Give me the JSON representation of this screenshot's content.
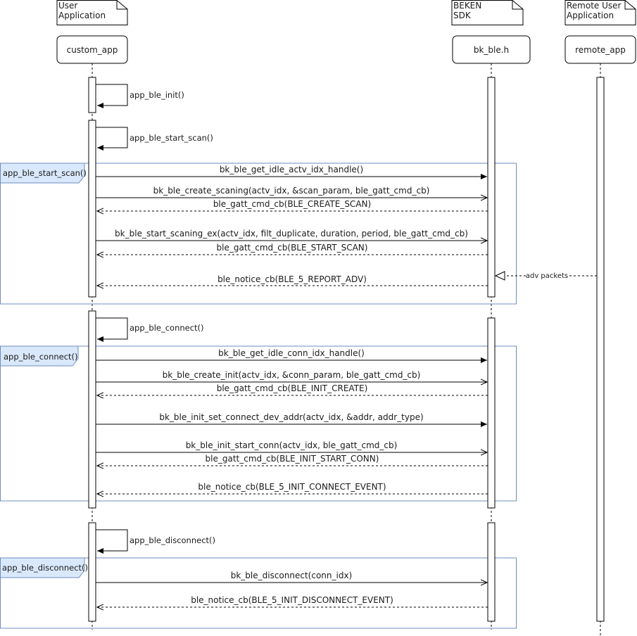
{
  "notes": {
    "user_app": [
      "User",
      "Application"
    ],
    "beken_sdk": [
      "BEKEN",
      "SDK"
    ],
    "remote_app": [
      "Remote User",
      "Application"
    ]
  },
  "participants": {
    "custom_app": "custom_app",
    "bk_ble": "bk_ble.h",
    "remote_app": "remote_app"
  },
  "self_calls": {
    "init": "app_ble_init()",
    "start_scan": "app_ble_start_scan()",
    "connect": "app_ble_connect()",
    "disconnect": "app_ble_disconnect()"
  },
  "frames": {
    "scan": "app_ble_start_scan()",
    "connect": "app_ble_connect()",
    "disconnect": "app_ble_disconnect()"
  },
  "messages": {
    "m1": "bk_ble_get_idle_actv_idx_handle()",
    "m2": "bk_ble_create_scaning(actv_idx, &scan_param, ble_gatt_cmd_cb)",
    "m3": "ble_gatt_cmd_cb(BLE_CREATE_SCAN)",
    "m4": "bk_ble_start_scaning_ex(actv_idx, filt_duplicate, duration, period, ble_gatt_cmd_cb)",
    "m5": "ble_gatt_cmd_cb(BLE_START_SCAN)",
    "m6": "ble_notice_cb(BLE_5_REPORT_ADV)",
    "adv": "adv packets",
    "m7": "bk_ble_get_idle_conn_idx_handle()",
    "m8": "bk_ble_create_init(actv_idx, &conn_param, ble_gatt_cmd_cb)",
    "m9": "ble_gatt_cmd_cb(BLE_INIT_CREATE)",
    "m10": "bk_ble_init_set_connect_dev_addr(actv_idx, &addr, addr_type)",
    "m11": "bk_ble_init_start_conn(actv_idx, ble_gatt_cmd_cb)",
    "m12": "ble_gatt_cmd_cb(BLE_INIT_START_CONN)",
    "m13": "ble_notice_cb(BLE_5_INIT_CONNECT_EVENT)",
    "m14": "bk_ble_disconnect(conn_idx)",
    "m15": "ble_notice_cb(BLE_5_INIT_DISCONNECT_EVENT)"
  },
  "colors": {
    "frame_border": "#6c8ebf",
    "frame_label_bg": "#dae8fc",
    "line": "#000000"
  }
}
